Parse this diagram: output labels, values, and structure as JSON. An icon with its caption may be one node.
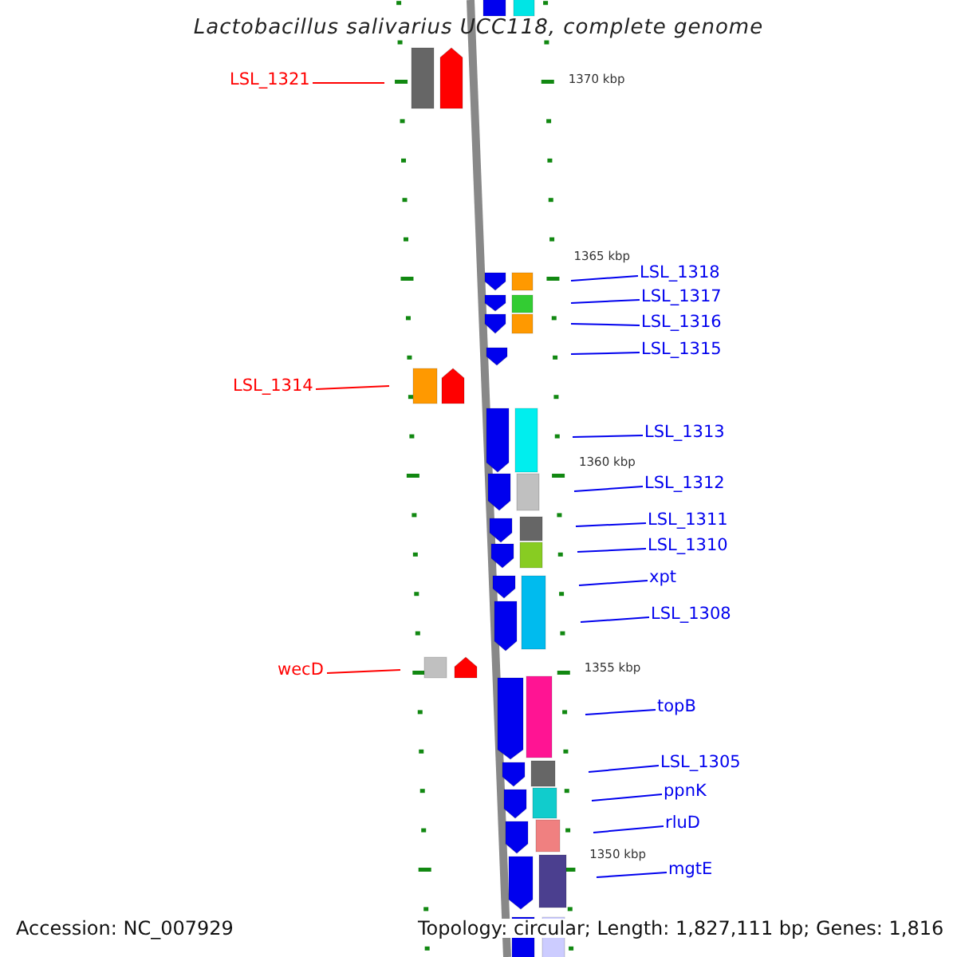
{
  "diagram": {
    "title": "Lactobacillus salivarius UCC118, complete genome",
    "nodes": [
      {
        "text": [
          "LSL_1321"
        ]
      },
      {
        "text": [
          "LSL_1318"
        ]
      },
      {
        "text": [
          "LSL_1317"
        ]
      },
      {
        "text": [
          "LSL_1316"
        ]
      },
      {
        "text": [
          "LSL_1315"
        ]
      },
      {
        "text": [
          "LSL_1314"
        ]
      },
      {
        "text": [
          "LSL_1313"
        ]
      },
      {
        "text": [
          "LSL_1312"
        ]
      },
      {
        "text": [
          "LSL_1311"
        ]
      },
      {
        "text": [
          "LSL_1310"
        ]
      },
      {
        "text": [
          "xpt"
        ]
      },
      {
        "text": [
          "LSL_1308"
        ]
      },
      {
        "text": [
          "wecD"
        ]
      },
      {
        "text": [
          "topB"
        ]
      },
      {
        "text": [
          "LSL_1305"
        ]
      },
      {
        "text": [
          "ppnK"
        ]
      },
      {
        "text": [
          "rluD"
        ]
      },
      {
        "text": [
          "mgtE"
        ]
      }
    ],
    "edges": [
      {
        "from": 0,
        "to": null,
        "arrow": "none",
        "color": "#ff0000"
      },
      {
        "from": 1,
        "to": null,
        "arrow": "none"
      },
      {
        "from": 2,
        "to": null,
        "arrow": "none"
      },
      {
        "from": 3,
        "to": null,
        "arrow": "none"
      },
      {
        "from": 4,
        "to": null,
        "arrow": "none"
      },
      {
        "from": 5,
        "to": null,
        "arrow": "none",
        "color": "#ff0000"
      },
      {
        "from": 6,
        "to": null,
        "arrow": "none"
      },
      {
        "from": 7,
        "to": null,
        "arrow": "none"
      },
      {
        "from": 8,
        "to": null,
        "arrow": "none"
      },
      {
        "from": 9,
        "to": null,
        "arrow": "none"
      },
      {
        "from": 10,
        "to": null,
        "arrow": "none"
      },
      {
        "from": 11,
        "to": null,
        "arrow": "none"
      },
      {
        "from": 12,
        "to": null,
        "arrow": "none",
        "color": "#ff0000"
      },
      {
        "from": 13,
        "to": null,
        "arrow": "none"
      },
      {
        "from": 14,
        "to": null,
        "arrow": "none"
      },
      {
        "from": 15,
        "to": null,
        "arrow": "none"
      },
      {
        "from": 16,
        "to": null,
        "arrow": "none"
      },
      {
        "from": 17,
        "to": null,
        "arrow": "none"
      }
    ],
    "labels": [
      "1370 kbp",
      "1365 kbp",
      "1360 kbp",
      "1355 kbp",
      "1350 kbp",
      "Accession: NC_007929",
      "Topology: circular; Length: 1,827,111 bp; Genes: 1,816"
    ]
  }
}
